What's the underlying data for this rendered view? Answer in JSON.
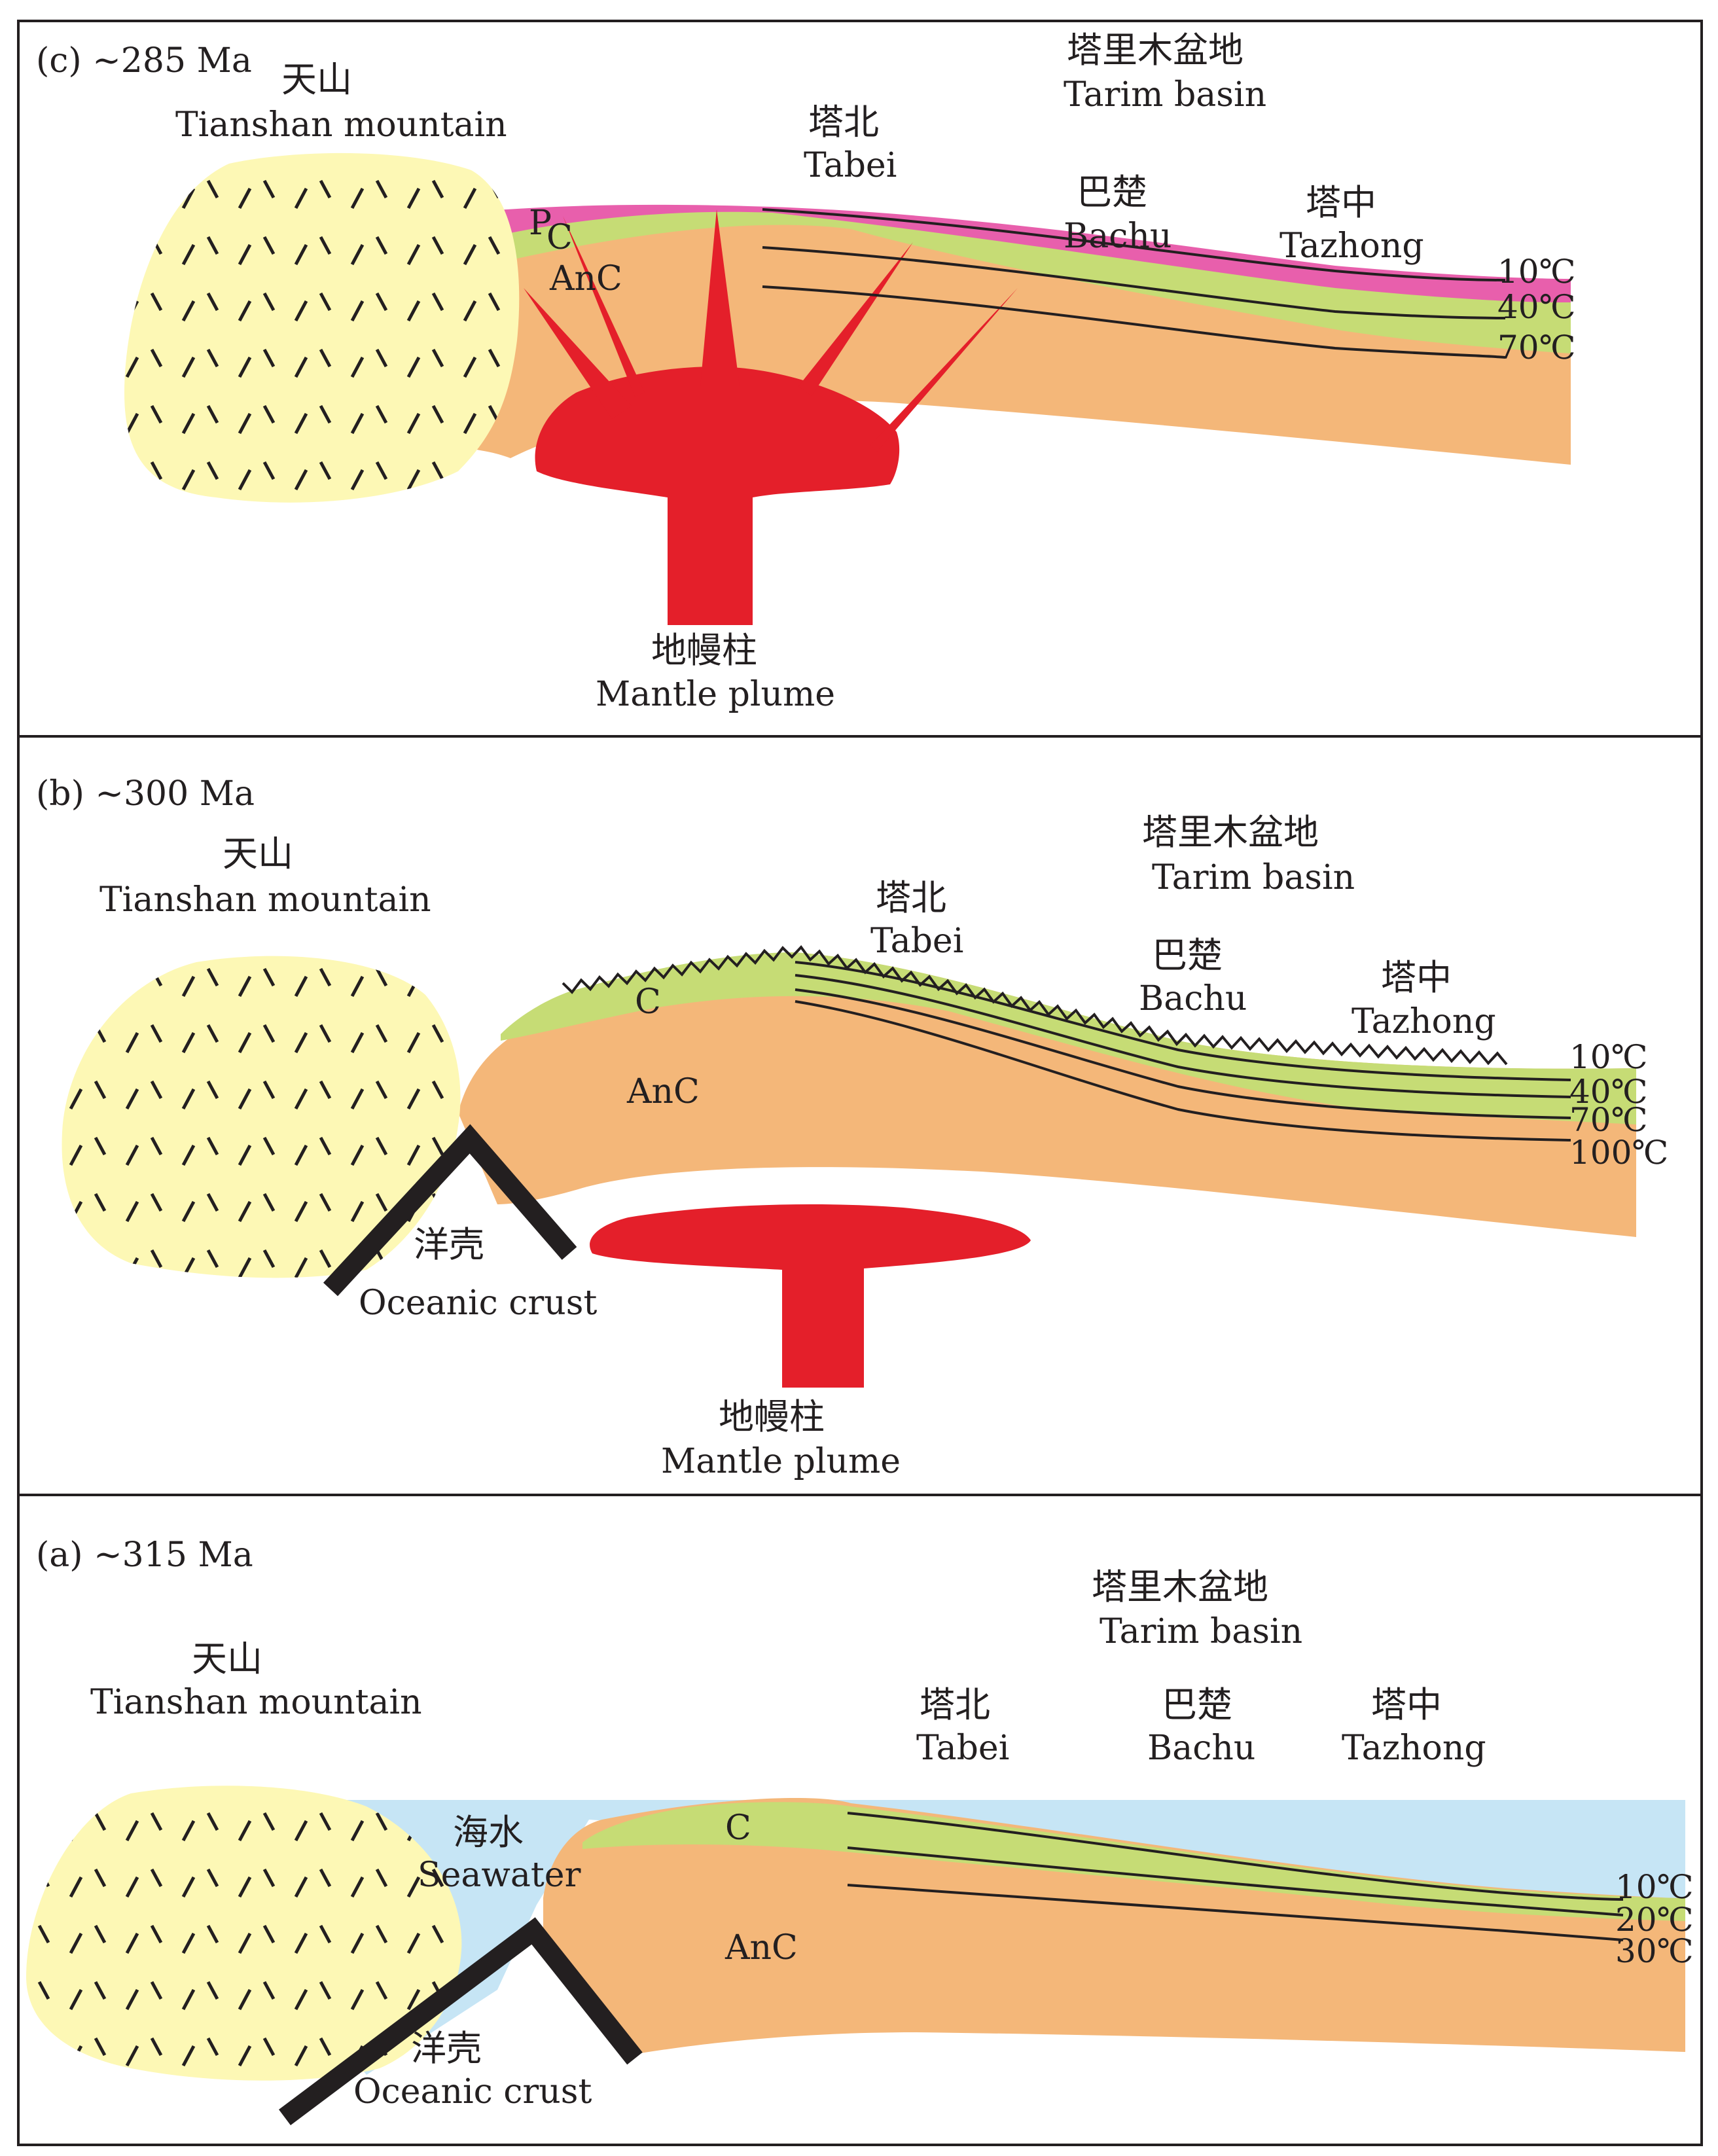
{
  "colors": {
    "mountain": "#fdf8b5",
    "basement": "#f4b779",
    "carboniferous": "#c6dc75",
    "permian": "#e85fac",
    "plume": "#e41f2a",
    "seawater": "#c6e5f5",
    "crust": "#231f20",
    "frame": "#231f20"
  },
  "panels": [
    {
      "id": "c",
      "title": "(c) ~285 Ma",
      "tianshan_cn": "天山",
      "tianshan_en": "Tianshan mountain",
      "tarim_cn": "塔里木盆地",
      "tarim_en": "Tarim basin",
      "tabei_cn": "塔北",
      "tabei_en": "Tabei",
      "bachu_cn": "巴楚",
      "bachu_en": "Bachu",
      "tazhong_cn": "塔中",
      "tazhong_en": "Tazhong",
      "plume_cn": "地幔柱",
      "plume_en": "Mantle plume",
      "unit_p": "P",
      "unit_c": "C",
      "unit_anc": "AnC",
      "isotherms": [
        "10℃",
        "40℃",
        "70℃"
      ]
    },
    {
      "id": "b",
      "title": "(b) ~300 Ma",
      "tianshan_cn": "天山",
      "tianshan_en": "Tianshan mountain",
      "tarim_cn": "塔里木盆地",
      "tarim_en": "Tarim basin",
      "tabei_cn": "塔北",
      "tabei_en": "Tabei",
      "bachu_cn": "巴楚",
      "bachu_en": "Bachu",
      "tazhong_cn": "塔中",
      "tazhong_en": "Tazhong",
      "crust_cn": "洋壳",
      "crust_en": "Oceanic crust",
      "plume_cn": "地幔柱",
      "plume_en": "Mantle plume",
      "unit_c": "C",
      "unit_anc": "AnC",
      "isotherms": [
        "10℃",
        "40℃",
        "70℃",
        "100℃"
      ]
    },
    {
      "id": "a",
      "title": "(a) ~315 Ma",
      "tianshan_cn": "天山",
      "tianshan_en": "Tianshan mountain",
      "tarim_cn": "塔里木盆地",
      "tarim_en": "Tarim basin",
      "tabei_cn": "塔北",
      "tabei_en": "Tabei",
      "bachu_cn": "巴楚",
      "bachu_en": "Bachu",
      "tazhong_cn": "塔中",
      "tazhong_en": "Tazhong",
      "sea_cn": "海水",
      "sea_en": "Seawater",
      "crust_cn": "洋壳",
      "crust_en": "Oceanic crust",
      "unit_c": "C",
      "unit_anc": "AnC",
      "isotherms": [
        "10℃",
        "20℃",
        "30℃"
      ]
    }
  ]
}
